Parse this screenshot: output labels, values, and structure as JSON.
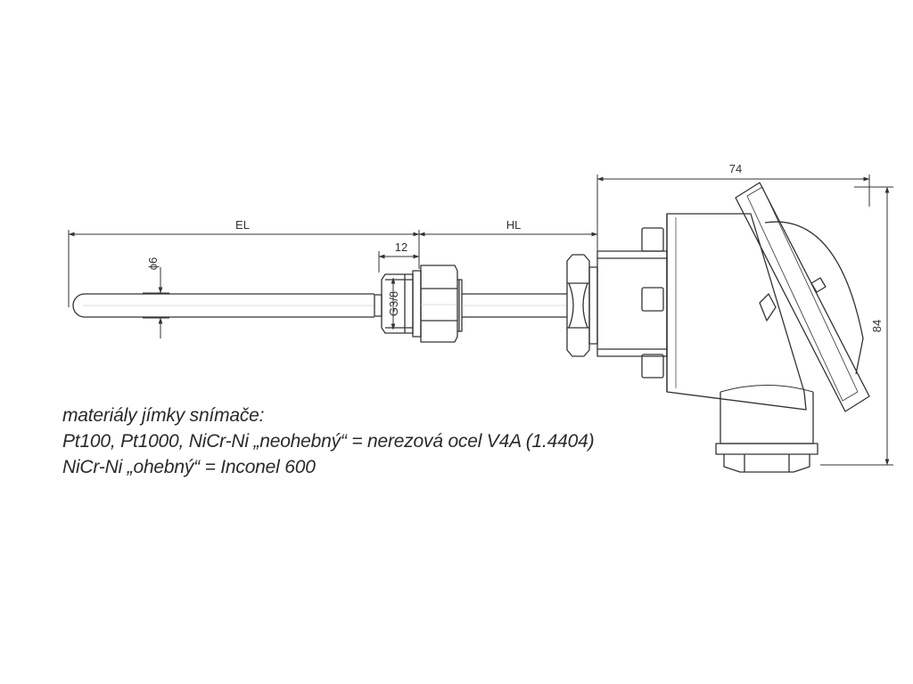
{
  "dimensions": {
    "el": "EL",
    "hl": "HL",
    "thread_length": "12",
    "diameter": "ϕ6",
    "thread": "G3/8",
    "width": "74",
    "height": "84"
  },
  "notes": {
    "heading": "materiály jímky snímače:",
    "line1": "Pt100, Pt1000, NiCr-Ni „neohebný“ = nerezová ocel V4A (1.4404)",
    "line2": "NiCr-Ni „ohebný“ = Inconel 600"
  },
  "colors": {
    "stroke": "#333333"
  }
}
